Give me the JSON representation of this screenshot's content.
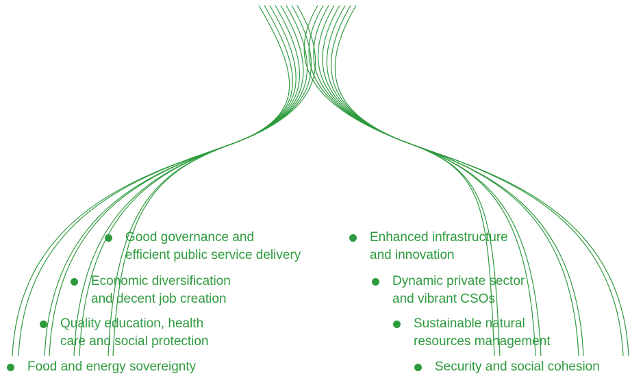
{
  "colors": {
    "strand": "#2e9a3e",
    "text": "#2e9a3e",
    "bullet": "#2e9a3e"
  },
  "items": [
    {
      "lines": [
        "Good governance and",
        "efficient public service delivery"
      ]
    },
    {
      "lines": [
        "Economic diversification",
        "and decent job creation"
      ]
    },
    {
      "lines": [
        "Quality education, health",
        "care and social protection"
      ]
    },
    {
      "lines": [
        "Food and energy sovereignty"
      ]
    },
    {
      "lines": [
        "Enhanced infrastructure",
        "and innovation"
      ]
    },
    {
      "lines": [
        "Dynamic private sector",
        "and vibrant CSOs"
      ]
    },
    {
      "lines": [
        "Sustainable natural",
        "resources management"
      ]
    },
    {
      "lines": [
        "Security and social cohesion"
      ]
    }
  ]
}
